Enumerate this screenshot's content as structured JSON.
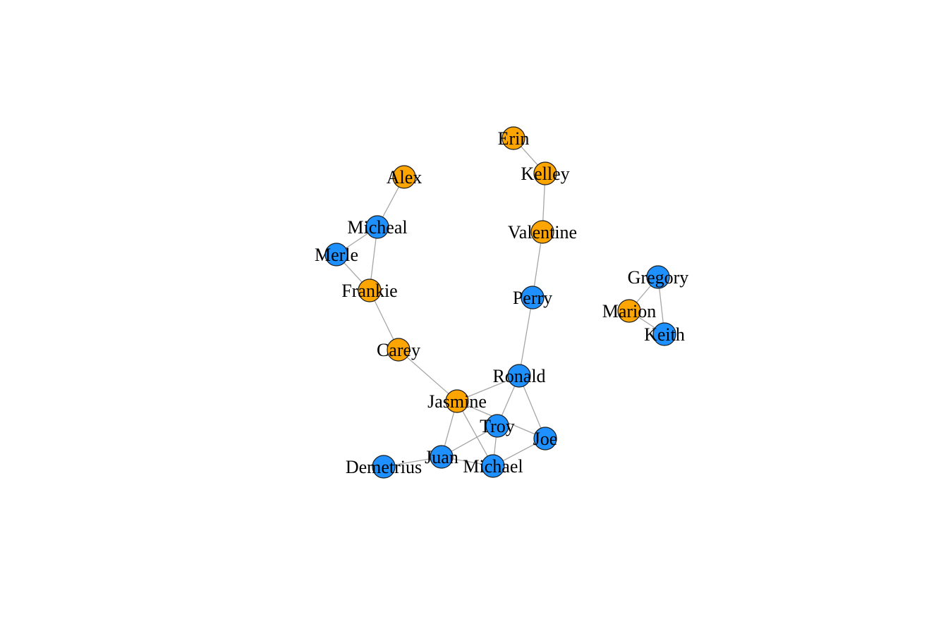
{
  "colors": {
    "group_a": "#1E90FF",
    "group_b": "#FFA500",
    "edge": "#A6A6A6"
  },
  "nodes": [
    {
      "id": "Erin",
      "label": "Erin",
      "group": "group_b"
    },
    {
      "id": "Kelley",
      "label": "Kelley",
      "group": "group_b"
    },
    {
      "id": "Alex",
      "label": "Alex",
      "group": "group_b"
    },
    {
      "id": "Valentine",
      "label": "Valentine",
      "group": "group_b"
    },
    {
      "id": "Micheal",
      "label": "Micheal",
      "group": "group_a"
    },
    {
      "id": "Merle",
      "label": "Merle",
      "group": "group_a"
    },
    {
      "id": "Frankie",
      "label": "Frankie",
      "group": "group_b"
    },
    {
      "id": "Perry",
      "label": "Perry",
      "group": "group_a"
    },
    {
      "id": "Gregory",
      "label": "Gregory",
      "group": "group_a"
    },
    {
      "id": "Marion",
      "label": "Marion",
      "group": "group_b"
    },
    {
      "id": "Keith",
      "label": "Keith",
      "group": "group_a"
    },
    {
      "id": "Carey",
      "label": "Carey",
      "group": "group_b"
    },
    {
      "id": "Ronald",
      "label": "Ronald",
      "group": "group_a"
    },
    {
      "id": "Jasmine",
      "label": "Jasmine",
      "group": "group_b"
    },
    {
      "id": "Troy",
      "label": "Troy",
      "group": "group_a"
    },
    {
      "id": "Joe",
      "label": "Joe",
      "group": "group_a"
    },
    {
      "id": "Juan",
      "label": "Juan",
      "group": "group_a"
    },
    {
      "id": "Demetrius",
      "label": "Demetrius",
      "group": "group_a"
    },
    {
      "id": "Michael",
      "label": "Michael",
      "group": "group_a"
    }
  ],
  "edges": [
    [
      "Erin",
      "Kelley"
    ],
    [
      "Kelley",
      "Valentine"
    ],
    [
      "Valentine",
      "Perry"
    ],
    [
      "Perry",
      "Ronald"
    ],
    [
      "Alex",
      "Micheal"
    ],
    [
      "Micheal",
      "Merle"
    ],
    [
      "Micheal",
      "Frankie"
    ],
    [
      "Merle",
      "Frankie"
    ],
    [
      "Frankie",
      "Carey"
    ],
    [
      "Carey",
      "Jasmine"
    ],
    [
      "Jasmine",
      "Ronald"
    ],
    [
      "Jasmine",
      "Juan"
    ],
    [
      "Jasmine",
      "Michael"
    ],
    [
      "Jasmine",
      "Joe"
    ],
    [
      "Ronald",
      "Troy"
    ],
    [
      "Ronald",
      "Joe"
    ],
    [
      "Troy",
      "Juan"
    ],
    [
      "Troy",
      "Michael"
    ],
    [
      "Juan",
      "Demetrius"
    ],
    [
      "Juan",
      "Michael"
    ],
    [
      "Michael",
      "Joe"
    ],
    [
      "Gregory",
      "Marion"
    ],
    [
      "Gregory",
      "Keith"
    ],
    [
      "Marion",
      "Keith"
    ]
  ]
}
